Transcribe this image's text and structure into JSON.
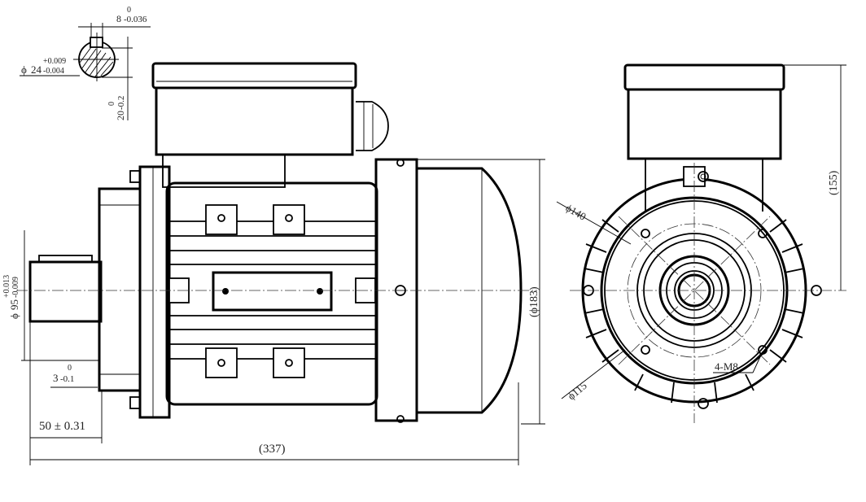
{
  "drawing": {
    "key_width": {
      "base": "8",
      "upper": "0",
      "lower": "-0.036"
    },
    "shaft_diameter": {
      "symbol": "ϕ",
      "base": "24",
      "upper": "+0.009",
      "lower": "-0.004"
    },
    "key_height": {
      "base": "20",
      "upper": "0",
      "lower": "-0.2"
    },
    "spigot_diameter": {
      "symbol": "ϕ",
      "base": "95",
      "upper": "+0.013",
      "lower": "-0.009"
    },
    "spigot_depth": {
      "base": "3",
      "upper": "0",
      "lower": "-0.1"
    },
    "shaft_length": "50 ± 0.31",
    "overall_length": "(337)",
    "overall_height": "(ϕ183)",
    "box_height": "(155)",
    "flange_pcd": "ϕ140",
    "spigot_pcd": "ϕ115",
    "holes": "4-M8"
  }
}
